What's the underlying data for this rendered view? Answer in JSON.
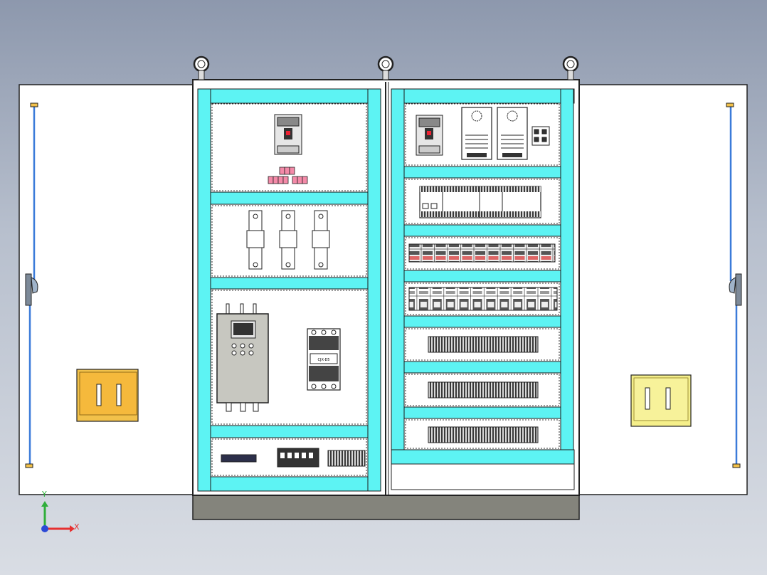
{
  "colors": {
    "background_top": "#8d98ad",
    "panel_cyan": "#5df3f3",
    "handle_blue": "#3b7bd9",
    "pocket_yellow": "#f2c14a",
    "pocket_yellow_light": "#f5ef8a",
    "base_gray": "#84847c",
    "axis_x": "#e63030",
    "axis_y": "#2fae3a",
    "axis_z": "#2c49d6"
  },
  "axes": {
    "x_label": "X",
    "y_label": "Y"
  },
  "components": {
    "contactor_label": "CJX-D5"
  }
}
